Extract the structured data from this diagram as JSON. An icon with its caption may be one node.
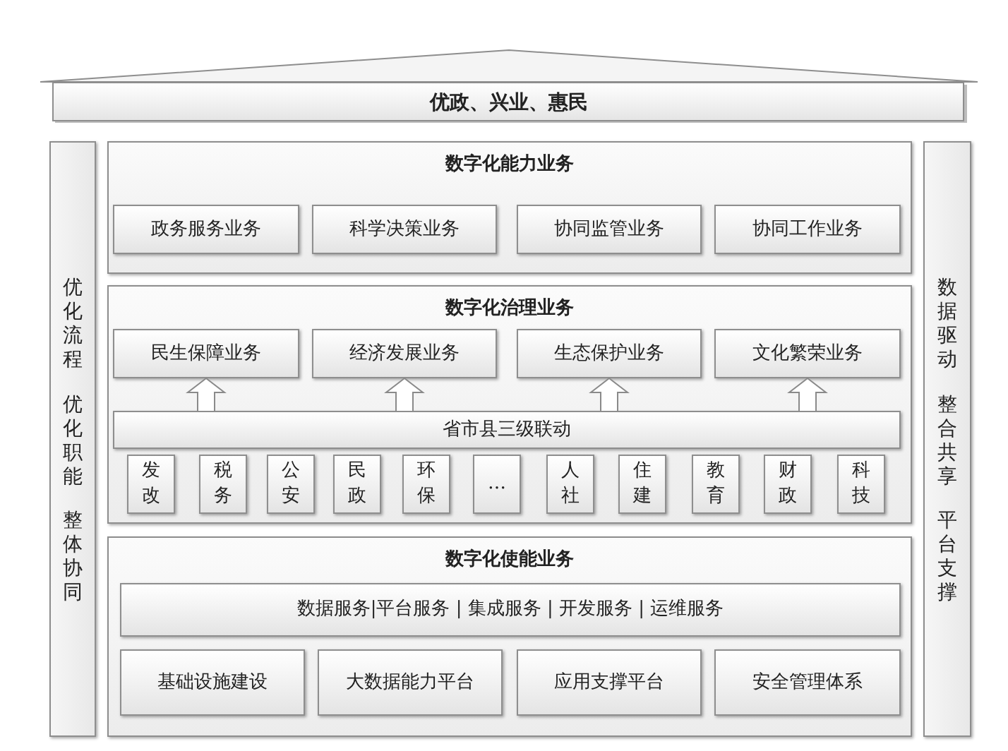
{
  "diagram": {
    "nodes": [
      {
        "text": [
          "优政、兴业、惠民"
        ]
      },
      {
        "text": [
          "优化流程",
          "优化职能",
          "整体协同"
        ]
      },
      {
        "text": [
          "数字化能力业务"
        ]
      },
      {
        "text": [
          "政务服务业务"
        ],
        "in": 2
      },
      {
        "text": [
          "科学决策业务"
        ],
        "in": 2
      },
      {
        "text": [
          "协同监管业务"
        ],
        "in": 2
      },
      {
        "text": [
          "协同工作业务"
        ],
        "in": 2
      },
      {
        "text": [
          "数字化治理业务"
        ]
      },
      {
        "text": [
          "民生保障业务"
        ],
        "in": 7
      },
      {
        "text": [
          "经济发展业务"
        ],
        "in": 7
      },
      {
        "text": [
          "生态保护业务"
        ],
        "in": 7
      },
      {
        "text": [
          "文化繁荣业务"
        ],
        "in": 7
      },
      {
        "text": [
          "省市县三级联动"
        ],
        "in": 7
      },
      {
        "text": [
          "发改"
        ],
        "in": 7
      },
      {
        "text": [
          "税务"
        ],
        "in": 7
      },
      {
        "text": [
          "公安"
        ],
        "in": 7
      },
      {
        "text": [
          "民政"
        ],
        "in": 7
      },
      {
        "text": [
          "环保"
        ],
        "in": 7
      },
      {
        "text": [
          "…"
        ],
        "in": 7
      },
      {
        "text": [
          "人社"
        ],
        "in": 7
      },
      {
        "text": [
          "住建"
        ],
        "in": 7
      },
      {
        "text": [
          "教育"
        ],
        "in": 7
      },
      {
        "text": [
          "财政"
        ],
        "in": 7
      },
      {
        "text": [
          "科技"
        ],
        "in": 7
      },
      {
        "text": [
          "数字化使能业务"
        ]
      },
      {
        "text": [
          "数据服务|平台服务 | 集成服务 | 开发服务 | 运维服务"
        ],
        "in": 24
      },
      {
        "text": [
          "基础设施建设"
        ],
        "in": 24
      },
      {
        "text": [
          "大数据能力平台"
        ],
        "in": 24
      },
      {
        "text": [
          "应用支撑平台"
        ],
        "in": 24
      },
      {
        "text": [
          "安全管理体系"
        ],
        "in": 24
      },
      {
        "text": [
          "数据驱动",
          "整合共享",
          "平台支撑"
        ]
      }
    ],
    "edges": [
      {
        "from": 12,
        "to": 8,
        "arrow": "to"
      },
      {
        "from": 12,
        "to": 9,
        "arrow": "to"
      },
      {
        "from": 12,
        "to": 10,
        "arrow": "to"
      },
      {
        "from": 12,
        "to": 11,
        "arrow": "to"
      }
    ]
  }
}
